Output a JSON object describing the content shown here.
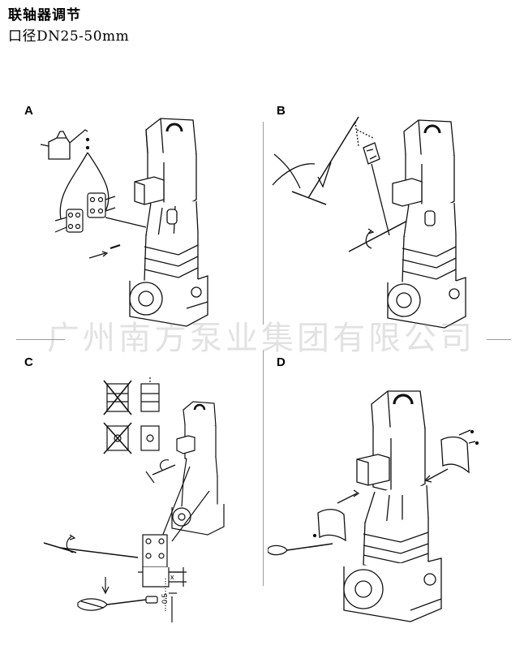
{
  "header": {
    "title": "联轴器调节",
    "subtitle": "口径DN25-50mm"
  },
  "panels": {
    "a": {
      "label": "A"
    },
    "b": {
      "label": "B"
    },
    "c": {
      "label": "C"
    },
    "d": {
      "label": "D"
    }
  },
  "dimensions": {
    "gap_value": "0.5",
    "x_mark": "x"
  },
  "watermark": {
    "text": "广州南方泵业集团有限公司"
  }
}
